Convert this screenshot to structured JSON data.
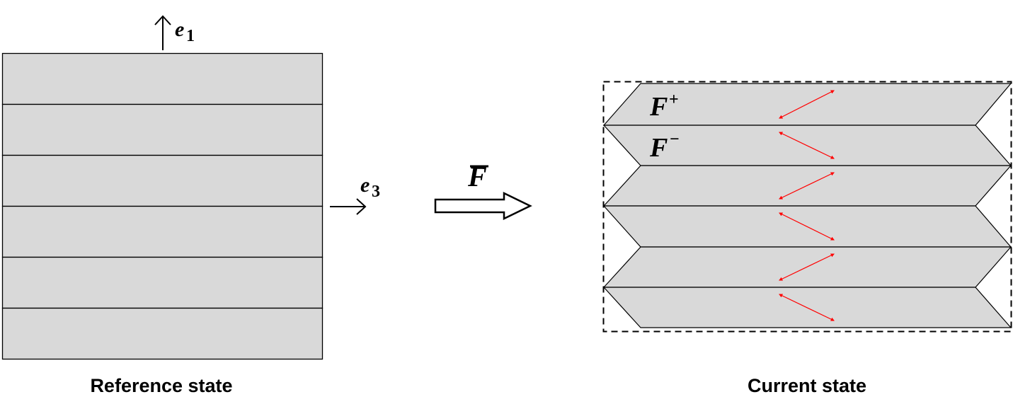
{
  "reference": {
    "caption": "Reference state",
    "layer_count": 6,
    "axis_e1": {
      "symbol": "e",
      "subscript": "1"
    },
    "axis_e3": {
      "symbol": "e",
      "subscript": "3"
    }
  },
  "transform": {
    "symbol": "F",
    "arrow_icon": "block-right-arrow-icon"
  },
  "current": {
    "caption": "Current state",
    "layer_count": 6,
    "label_plus": {
      "symbol": "F",
      "superscript": "+"
    },
    "label_minus": {
      "symbol": "F",
      "superscript": "−"
    }
  },
  "colors": {
    "layer_fill": "#d9d9d9",
    "stroke": "#000000",
    "arrow_red": "#ff0000"
  }
}
